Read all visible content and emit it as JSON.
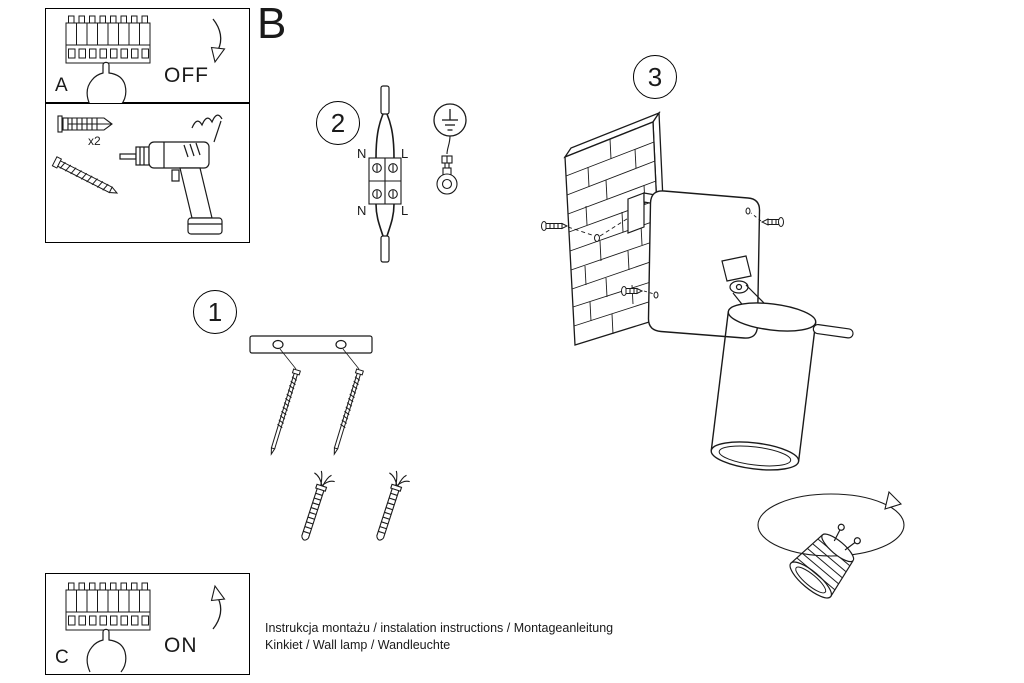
{
  "header": {
    "section_label": "B"
  },
  "steps": {
    "one": "1",
    "two": "2",
    "three": "3"
  },
  "box_a": {
    "label": "A",
    "state": "OFF"
  },
  "box_c": {
    "label": "C",
    "state": "ON"
  },
  "tools": {
    "anchor_qty": "x2"
  },
  "wiring": {
    "n_top": "N",
    "l_top": "L",
    "n_bottom": "N",
    "l_bottom": "L"
  },
  "footer": {
    "line1": "Instrukcja montażu / instalation instructions / Montageanleitung",
    "line2": "Kinkiet / Wall lamp / Wandleuchte"
  },
  "colors": {
    "ink": "#1a1a1a",
    "paper": "#ffffff"
  }
}
